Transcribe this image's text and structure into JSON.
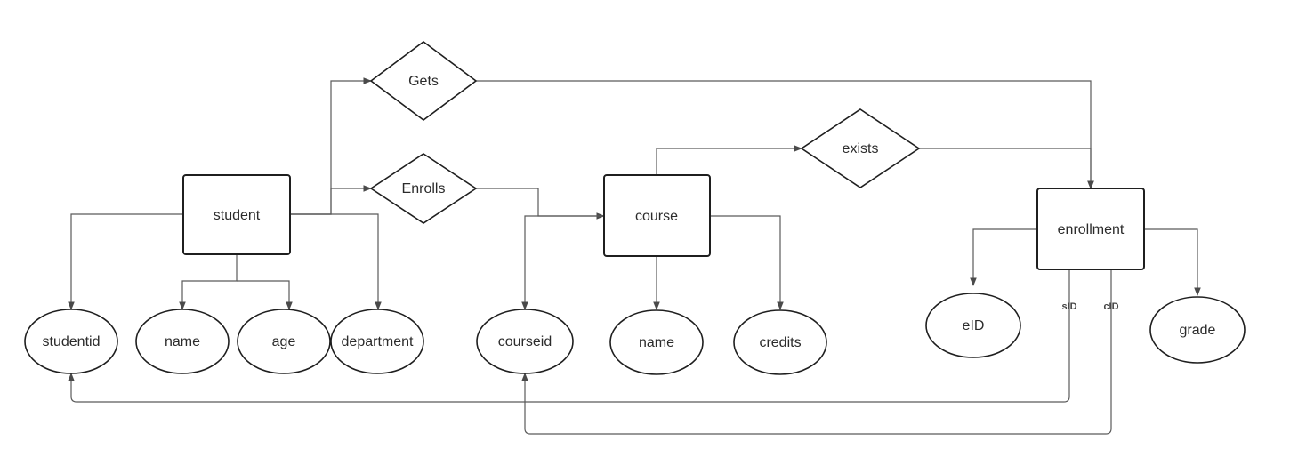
{
  "entities": {
    "student": "student",
    "course": "course",
    "enrollment": "enrollment"
  },
  "relationships": {
    "gets": "Gets",
    "enrolls": "Enrolls",
    "exists": "exists"
  },
  "attributes": {
    "student_id": "studentid",
    "student_name": "name",
    "student_age": "age",
    "student_department": "department",
    "course_id": "courseid",
    "course_name": "name",
    "course_credits": "credits",
    "enrollment_eid": "eID",
    "enrollment_grade": "grade"
  },
  "edge_labels": {
    "sid": "sID",
    "cid": "cID"
  },
  "colors": {
    "stroke": "#1f1f1f",
    "connector": "#5a5a5a",
    "text": "#2b2b2b"
  }
}
